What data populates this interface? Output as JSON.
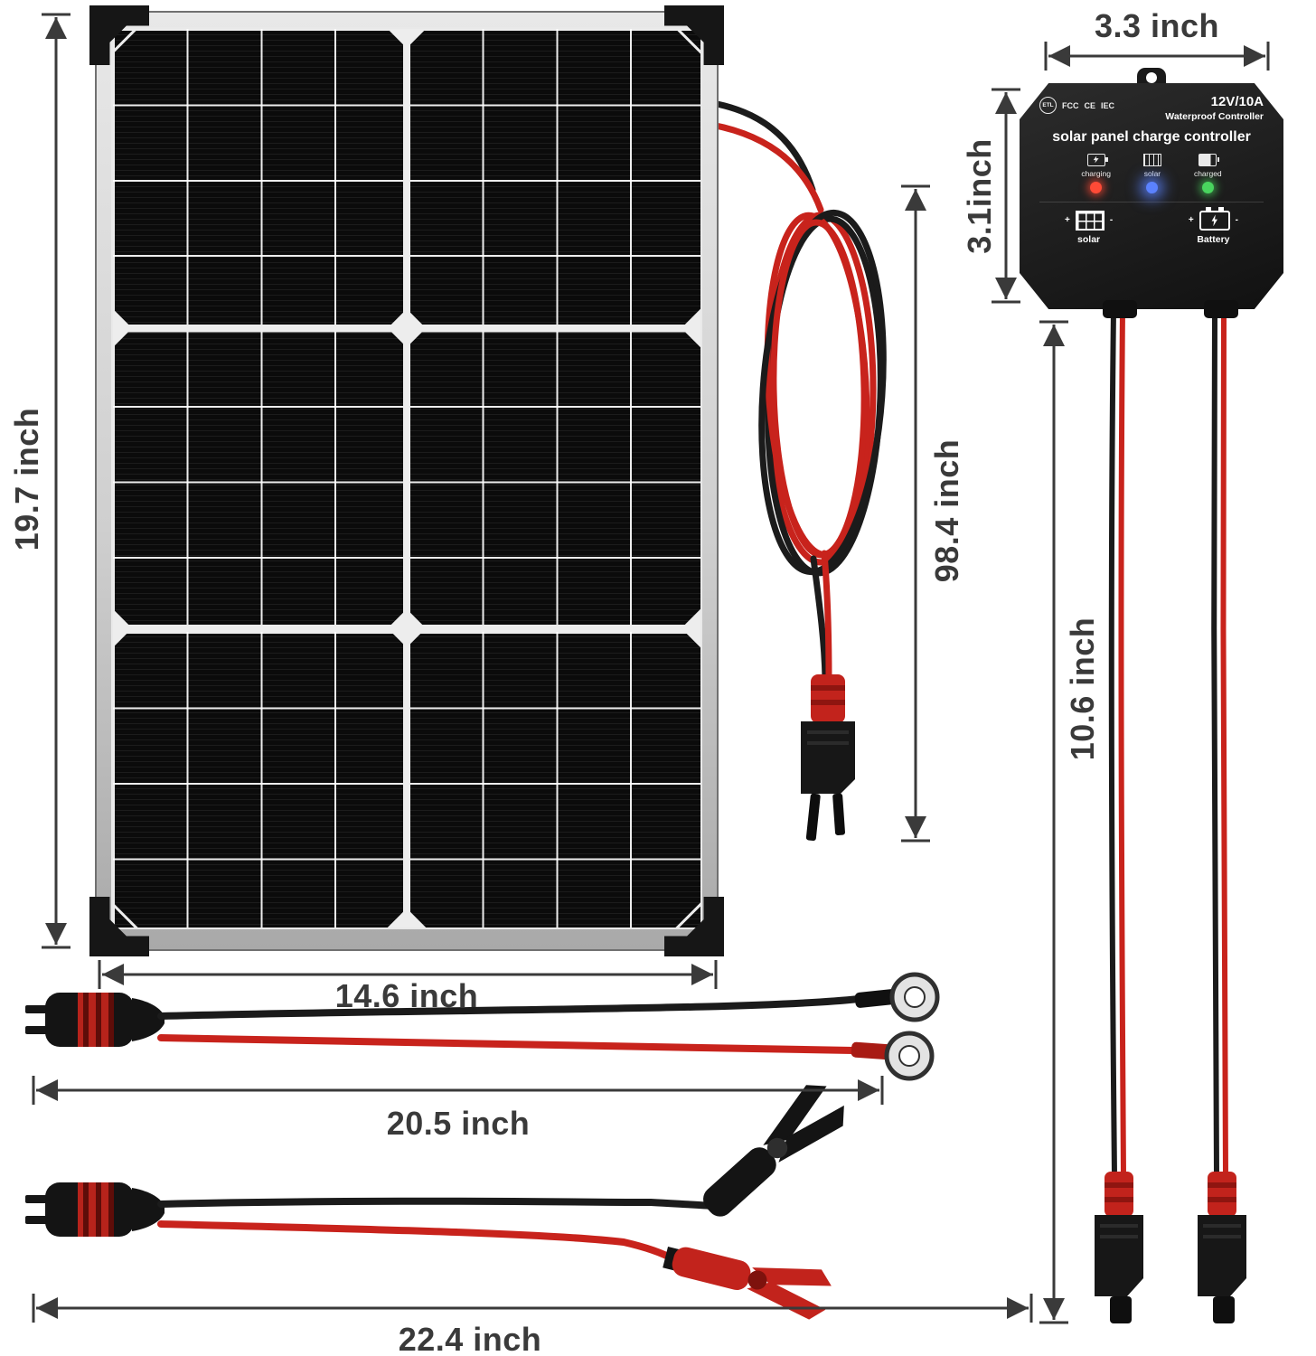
{
  "colors": {
    "wire_red": "#c8231c",
    "wire_black": "#1b1b1b",
    "dimension_text": "#3a3a3a",
    "panel_cell_black": "#0b0b0b",
    "frame_silver": "#cfcfcf",
    "controller_black": "#1c1c1c",
    "led_charging": "#ff4a36",
    "led_solar": "#5b82ff",
    "led_charged": "#49d45e"
  },
  "dimensions": {
    "panel_height": "19.7 inch",
    "panel_width": "14.6 inch",
    "panel_cable_length": "98.4 inch",
    "controller_width": "3.3 inch",
    "controller_height": "3.1inch",
    "controller_cable_length": "10.6 inch",
    "ring_cable_length": "20.5 inch",
    "clip_cable_length": "22.4 inch"
  },
  "controller": {
    "rating": "12V/10A",
    "rating_subtitle": "Waterproof Controller",
    "title": "solar panel charge controller",
    "cert_marks": [
      "ETL",
      "FCC",
      "CE",
      "IEC"
    ],
    "indicators": [
      {
        "label": "charging",
        "color": "#ff4a36"
      },
      {
        "label": "solar",
        "color": "#5b82ff"
      },
      {
        "label": "charged",
        "color": "#49d45e"
      }
    ],
    "ports": [
      {
        "label": "solar",
        "plus": "+",
        "minus": "-"
      },
      {
        "label": "Battery",
        "plus": "+",
        "minus": "-"
      }
    ]
  }
}
